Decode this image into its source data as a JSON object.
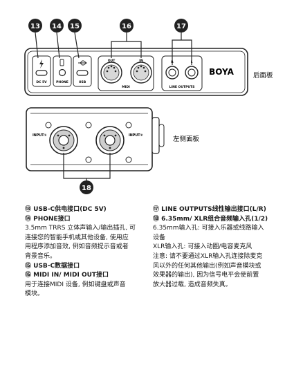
{
  "callouts": {
    "c13": "13",
    "c14": "14",
    "c15": "15",
    "c16": "16",
    "c17": "17",
    "c18": "18"
  },
  "rear_panel": {
    "caption": "后面板",
    "port_dc": "DC 5V",
    "port_phone": "PHONE",
    "port_usb": "USB",
    "midi_out": "OUT",
    "midi_in": "IN",
    "midi_label": "MIDI",
    "line_r": "R",
    "line_l": "L",
    "line_label": "LINE OUTPUTS",
    "brand": "BOYA"
  },
  "side_panel": {
    "caption": "左侧面板",
    "input1": "INPUT①",
    "input2": "INPUT②"
  },
  "description": {
    "left": [
      {
        "text": "⑬ USB-C供电接口(DC 5V)",
        "heading": true
      },
      {
        "text": "⑭ PHONE接口",
        "heading": true
      },
      {
        "text": "3.5mm TRRS 立体声输入/输出插孔, 可",
        "heading": false
      },
      {
        "text": "连接您的智能手机或其他设备, 使用应",
        "heading": false
      },
      {
        "text": "用程序添加音效, 例如音频提示音或者",
        "heading": false
      },
      {
        "text": "背景音乐。",
        "heading": false
      },
      {
        "text": "⑮ USB-C数据接口",
        "heading": true
      },
      {
        "text": "⑯ MIDI IN/ MIDI OUT接口",
        "heading": true
      },
      {
        "text": "用于连接MIDI 设备, 例如键盘或声音",
        "heading": false
      },
      {
        "text": "模块。",
        "heading": false
      }
    ],
    "right": [
      {
        "text": "⑰ LINE OUTPUTS线性输出接口(L/R)",
        "heading": true
      },
      {
        "text": "⑱ 6.35mm/ XLR组合音频输入孔(1/2)",
        "heading": true
      },
      {
        "text": "6.35mm输入孔: 可接入乐器或线路输入",
        "heading": false
      },
      {
        "text": "设备",
        "heading": false
      },
      {
        "text": "XLR输入孔: 可接入动圈/电容麦克风",
        "heading": false
      },
      {
        "text": "注意: 请不要通过XLR输入孔连接除麦克",
        "heading": false
      },
      {
        "text": "风以外的任何其他输出(例如声音模块或",
        "heading": false
      },
      {
        "text": "效果器的输出), 因为信号电平会使前置",
        "heading": false
      },
      {
        "text": "放大器过载, 造成音频失真。",
        "heading": false
      }
    ]
  }
}
